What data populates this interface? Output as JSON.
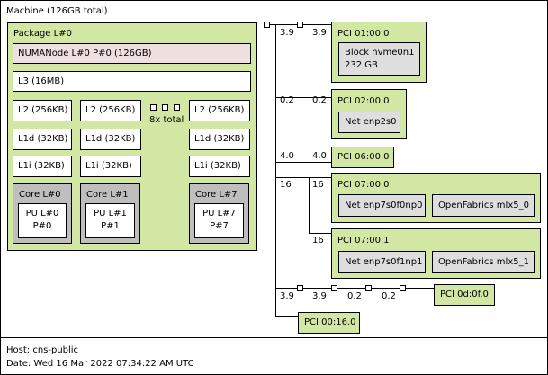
{
  "machine": {
    "title": "Machine (126GB total)"
  },
  "package": {
    "title": "Package L#0",
    "numa": "NUMANode L#0 P#0 (126GB)",
    "l3": "L3 (16MB)",
    "cores": [
      {
        "l2": "L2 (256KB)",
        "l1d": "L1d (32KB)",
        "l1i": "L1i (32KB)",
        "core": "Core L#0",
        "pu1": "PU L#0",
        "pu2": "P#0"
      },
      {
        "l2": "L2 (256KB)",
        "l1d": "L1d (32KB)",
        "l1i": "L1i (32KB)",
        "core": "Core L#1",
        "pu1": "PU L#1",
        "pu2": "P#1"
      },
      {
        "l2": "L2 (256KB)",
        "l1d": "L1d (32KB)",
        "l1i": "L1i (32KB)",
        "core": "Core L#7",
        "pu1": "PU L#7",
        "pu2": "P#7"
      }
    ],
    "collapsed": "8x total"
  },
  "io": {
    "links": {
      "a1": "3.9",
      "a2": "3.9",
      "b1": "0.2",
      "b2": "0.2",
      "c1": "4.0",
      "c2": "4.0",
      "d1": "16",
      "d2": "16",
      "d3": "16",
      "e1": "3.9",
      "e2": "3.9",
      "e3": "0.2",
      "e4": "0.2"
    },
    "pci": [
      {
        "title": "PCI 01:00.0",
        "devices": [
          {
            "line1": "Block nvme0n1",
            "line2": "232 GB"
          }
        ]
      },
      {
        "title": "PCI 02:00.0",
        "devices": [
          {
            "line1": "Net enp2s0"
          }
        ]
      },
      {
        "title": "PCI 06:00.0"
      },
      {
        "title": "PCI 07:00.0",
        "devices": [
          {
            "line1": "Net enp7s0f0np0"
          },
          {
            "line1": "OpenFabrics mlx5_0"
          }
        ]
      },
      {
        "title": "PCI 07:00.1",
        "devices": [
          {
            "line1": "Net enp7s0f1np1"
          },
          {
            "line1": "OpenFabrics mlx5_1"
          }
        ]
      },
      {
        "title": "PCI 0d:0f.0"
      },
      {
        "title": "PCI 00:16.0"
      }
    ]
  },
  "footer": {
    "host": "Host: cns-public",
    "date": "Date: Wed 16 Mar 2022 07:34:22 AM UTC"
  }
}
